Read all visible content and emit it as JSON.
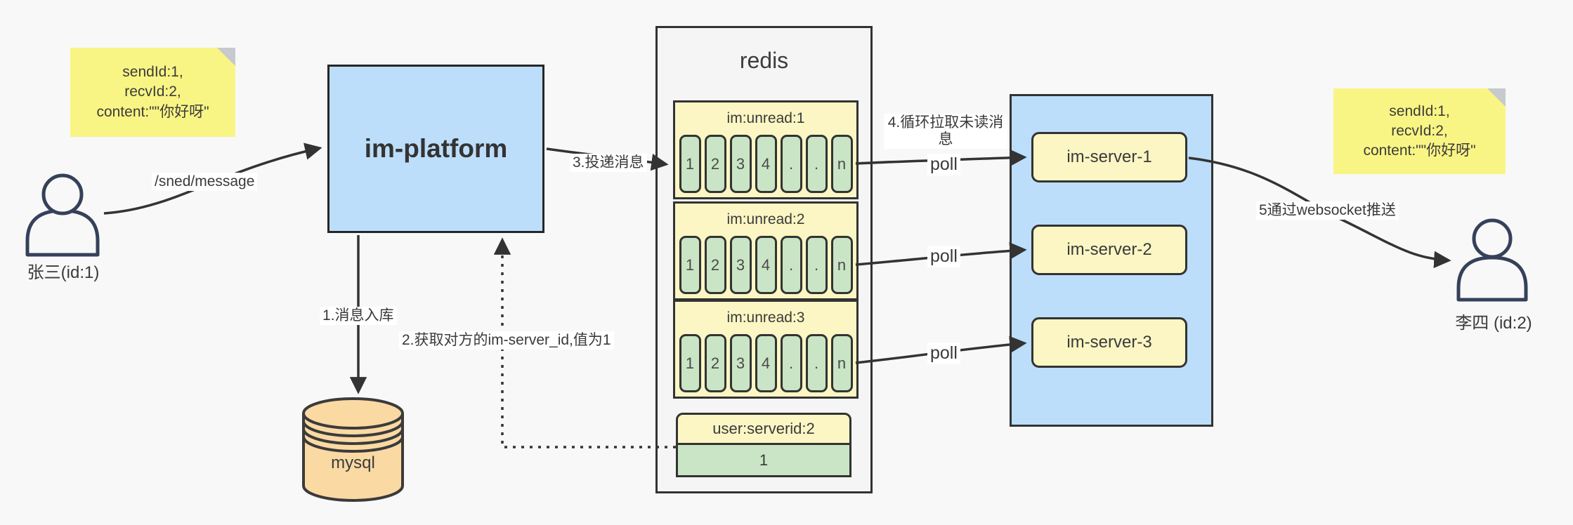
{
  "colors": {
    "background": "#f8f8f8",
    "note_yellow": "#f9f584",
    "note_fold_gray": "#c6c9cd",
    "node_blue": "#bcdefa",
    "panel_yellow": "#fbf6c3",
    "cell_green": "#c9e5c5",
    "db_orange": "#fbd9a3",
    "border_dark": "#333333",
    "person_navy": "#35415a"
  },
  "notes": {
    "left": {
      "lines": [
        "sendId:1,",
        "recvId:2,",
        "content:\"\"你好呀\""
      ]
    },
    "right": {
      "lines": [
        "sendId:1,",
        "recvId:2,",
        "content:\"\"你好呀\""
      ]
    }
  },
  "actors": {
    "sender": {
      "label": "张三(id:1)"
    },
    "receiver": {
      "label": "李四 (id:2)"
    }
  },
  "platform": {
    "label": "im-platform"
  },
  "database": {
    "label": "mysql"
  },
  "redis": {
    "title": "redis",
    "queues": [
      {
        "header": "im:unread:1",
        "cells": [
          "1",
          "2",
          "3",
          "4",
          ".",
          ".",
          "n"
        ]
      },
      {
        "header": "im:unread:2",
        "cells": [
          "1",
          "2",
          "3",
          "4",
          ".",
          ".",
          "n"
        ]
      },
      {
        "header": "im:unread:3",
        "cells": [
          "1",
          "2",
          "3",
          "4",
          ".",
          ".",
          "n"
        ]
      }
    ],
    "mapping": {
      "header": "user:serverid:2",
      "value": "1"
    }
  },
  "servers": [
    {
      "label": "im-server-1"
    },
    {
      "label": "im-server-2"
    },
    {
      "label": "im-server-3"
    }
  ],
  "edges": {
    "send_api": "/sned/message",
    "step1": "1.消息入库",
    "step2": "2.获取对方的im-server_id,值为1",
    "step3": "3.投递消息",
    "step4": "4.循环拉取未读消息",
    "step5": "5通过websocket推送",
    "poll": [
      "poll",
      "poll",
      "poll"
    ]
  }
}
